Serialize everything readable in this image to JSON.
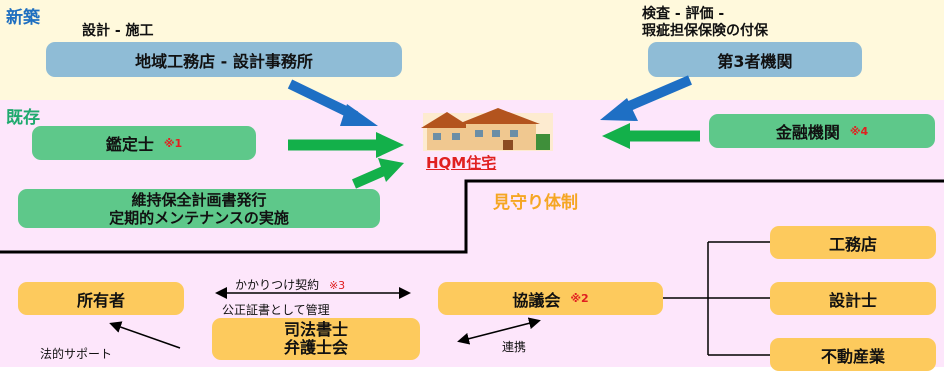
{
  "sections": {
    "new": "新築",
    "existing": "既存",
    "watch": "見守り体制"
  },
  "top_left": {
    "caption": "設計 - 施工",
    "box": "地域工務店 - 設計事務所"
  },
  "top_right": {
    "caption_line1": "検査 - 評価 -",
    "caption_line2": "瑕疵担保保険の付保",
    "box": "第3者機関"
  },
  "appraiser": {
    "label": "鑑定士",
    "note": "※1"
  },
  "maintenance": {
    "line1": "維持保全計画書発行",
    "line2": "定期的メンテナンスの実施"
  },
  "finance": {
    "label": "金融機関",
    "note": "※4"
  },
  "hqm": {
    "label": "HQM住宅",
    "icon": "house-icon"
  },
  "owner": {
    "label": "所有者"
  },
  "council": {
    "label": "協議会",
    "note": "※2"
  },
  "legal": {
    "line1": "司法書士",
    "line2": "弁護士会"
  },
  "links": {
    "contract": "かかりつけ契約",
    "contract_note": "※3",
    "notary": "公正証書として管理",
    "legal_support": "法的サポート",
    "cooperation": "連携"
  },
  "members": [
    "工務店",
    "設計士",
    "不動産業"
  ],
  "colors": {
    "blue_box": "#8fbcd6",
    "green_box": "#5ec88a",
    "orange_box": "#fdca5d",
    "blue_arrow": "#1e6fc4",
    "green_arrow": "#13b04a",
    "note_red": "#e02020"
  }
}
